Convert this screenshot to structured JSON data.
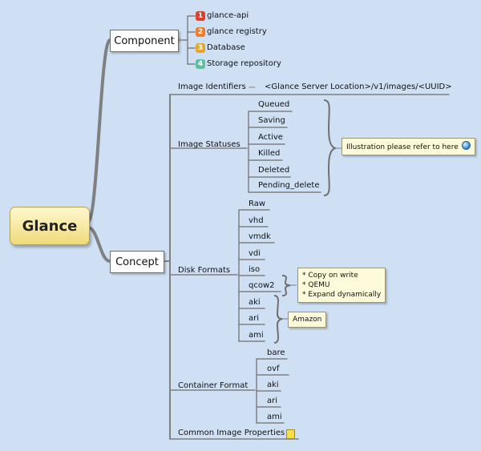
{
  "root": {
    "label": "Glance"
  },
  "component": {
    "label": "Component",
    "items": [
      {
        "num": "1",
        "label": "glance-api",
        "color": "#d9412b"
      },
      {
        "num": "2",
        "label": "glance registry",
        "color": "#ef7b2c"
      },
      {
        "num": "3",
        "label": "Database",
        "color": "#e6a52b"
      },
      {
        "num": "4",
        "label": "Storage repository",
        "color": "#5cc0a0"
      }
    ]
  },
  "concept": {
    "label": "Concept",
    "image_identifiers": {
      "label": "Image Identifiers",
      "value": "<Glance Server Location>/v1/images/<UUID>"
    },
    "image_statuses": {
      "label": "Image Statuses",
      "items": [
        "Queued",
        "Saving",
        "Active",
        "Killed",
        "Deleted",
        "Pending_delete"
      ],
      "note": "Illustration please refer to here"
    },
    "disk_formats": {
      "label": "Disk Formats",
      "items": [
        "Raw",
        "vhd",
        "vmdk",
        "vdi",
        "iso",
        "qcow2",
        "aki",
        "ari",
        "ami"
      ],
      "qcow2_note": [
        "* Copy on write",
        "* QEMU",
        "* Expand dynamically"
      ],
      "amazon_note": "Amazon"
    },
    "container_format": {
      "label": "Container Format",
      "items": [
        "bare",
        "ovf",
        "aki",
        "ari",
        "ami"
      ]
    },
    "common_props": {
      "label": "Common Image Properties",
      "icon": "note-icon"
    }
  }
}
